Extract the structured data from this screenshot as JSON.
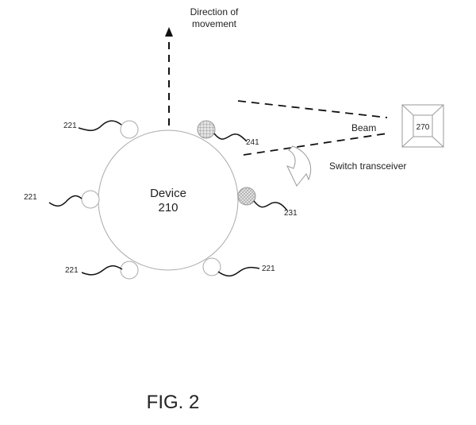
{
  "direction": {
    "line1": "Direction of",
    "line2": "movement"
  },
  "device": {
    "line1": "Device",
    "line2": "210"
  },
  "labels": {
    "top_left": "221",
    "left": "221",
    "bottom_left": "221",
    "bottom_right": "221",
    "active": "241",
    "switch_target": "231",
    "target_box": "270"
  },
  "beam_label": "Beam",
  "switch_label": "Switch transceiver",
  "figure_caption": "FIG. 2",
  "colors": {
    "stroke": "#999999",
    "lead": "#111111",
    "text": "#222222"
  }
}
